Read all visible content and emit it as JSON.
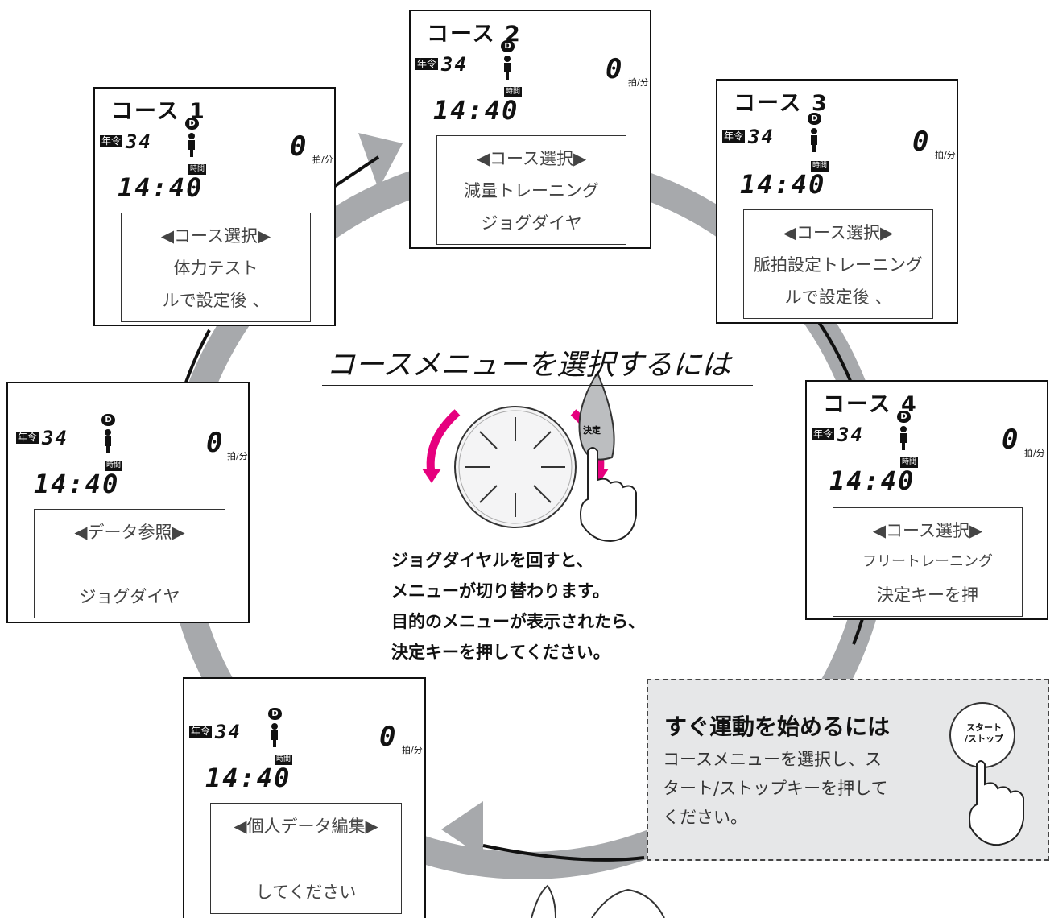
{
  "heading": "コースメニューを選択するには",
  "instructions": [
    "ジョグダイヤルを回すと、",
    "メニューが切り替わります。",
    "目的のメニューが表示されたら、",
    "決定キーを押してください。"
  ],
  "enter_key_label": "決定",
  "quick_start": {
    "title": "すぐ運動を始めるには",
    "body": [
      "コースメニューを選択し、ス",
      "タート/ストップキーを押して",
      "ください。"
    ],
    "button_line1": "スタート",
    "button_line2": "/ストップ"
  },
  "common": {
    "age_badge": "年令",
    "age": "34",
    "d_badge": "D",
    "time_badge": "時間",
    "time": "14:40",
    "pulse": "0",
    "pulse_unit": "拍/分"
  },
  "panels": {
    "course1": {
      "title": "コース 1",
      "line1": "◀コース選択▶",
      "line2": "体力テスト",
      "line3": "ルで設定後 、"
    },
    "course2": {
      "title": "コース 2",
      "line1": "◀コース選択▶",
      "line2": "減量トレーニング",
      "line3": "ジョグダイヤ"
    },
    "course3": {
      "title": "コース 3",
      "line1": "◀コース選択▶",
      "line2": "脈拍設定トレーニング",
      "line3": "ルで設定後 、"
    },
    "course4": {
      "title": "コース 4",
      "line1": "◀コース選択▶",
      "line2": "フリートレーニング",
      "line3": "決定キーを押"
    },
    "data_ref": {
      "line1": "◀データ参照▶",
      "line2": "",
      "line3": "ジョグダイヤ"
    },
    "personal_edit": {
      "line1": "◀個人データ編集▶",
      "line2": "",
      "line3": "してください"
    }
  },
  "colors": {
    "ring": "#a7a9ac",
    "ring_edge": "#111111",
    "dial_arrows": "#e6007e",
    "panel_border": "#111111",
    "quick_box_bg": "#e6e7e8"
  },
  "icons": [
    "dial-icon",
    "hand-pointer-icon",
    "person-icon",
    "rotate-arrow-icon"
  ]
}
